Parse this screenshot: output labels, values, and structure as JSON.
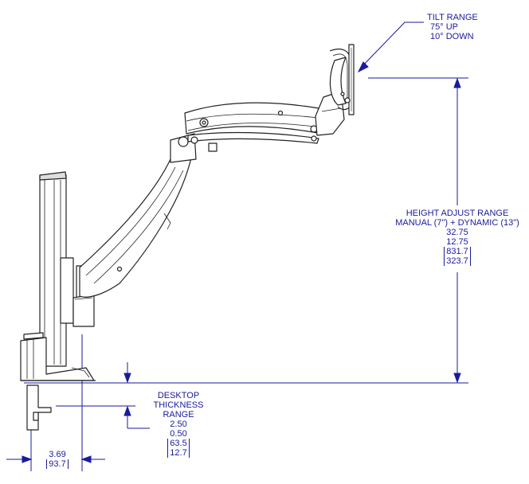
{
  "tilt_range": {
    "title": "TILT RANGE",
    "up": "75° UP",
    "down": "10° DOWN"
  },
  "height_adjust": {
    "title": "HEIGHT ADJUST RANGE",
    "subtitle": "MANUAL (7\") + DYNAMIC (13\")",
    "max_in": "32.75",
    "min_in": "12.75",
    "max_mm": "831.7",
    "min_mm": "323.7"
  },
  "desktop_thickness": {
    "line1": "DESKTOP",
    "line2": "THICKNESS",
    "line3": "RANGE",
    "max_in": "2.50",
    "min_in": "0.50",
    "max_mm": "63.5",
    "min_mm": "12.7"
  },
  "offset": {
    "in": "3.69",
    "mm": "93.7"
  },
  "colors": {
    "dimension": "#1a1a9c",
    "drawing": "#222222",
    "fill": "#ffffff"
  }
}
